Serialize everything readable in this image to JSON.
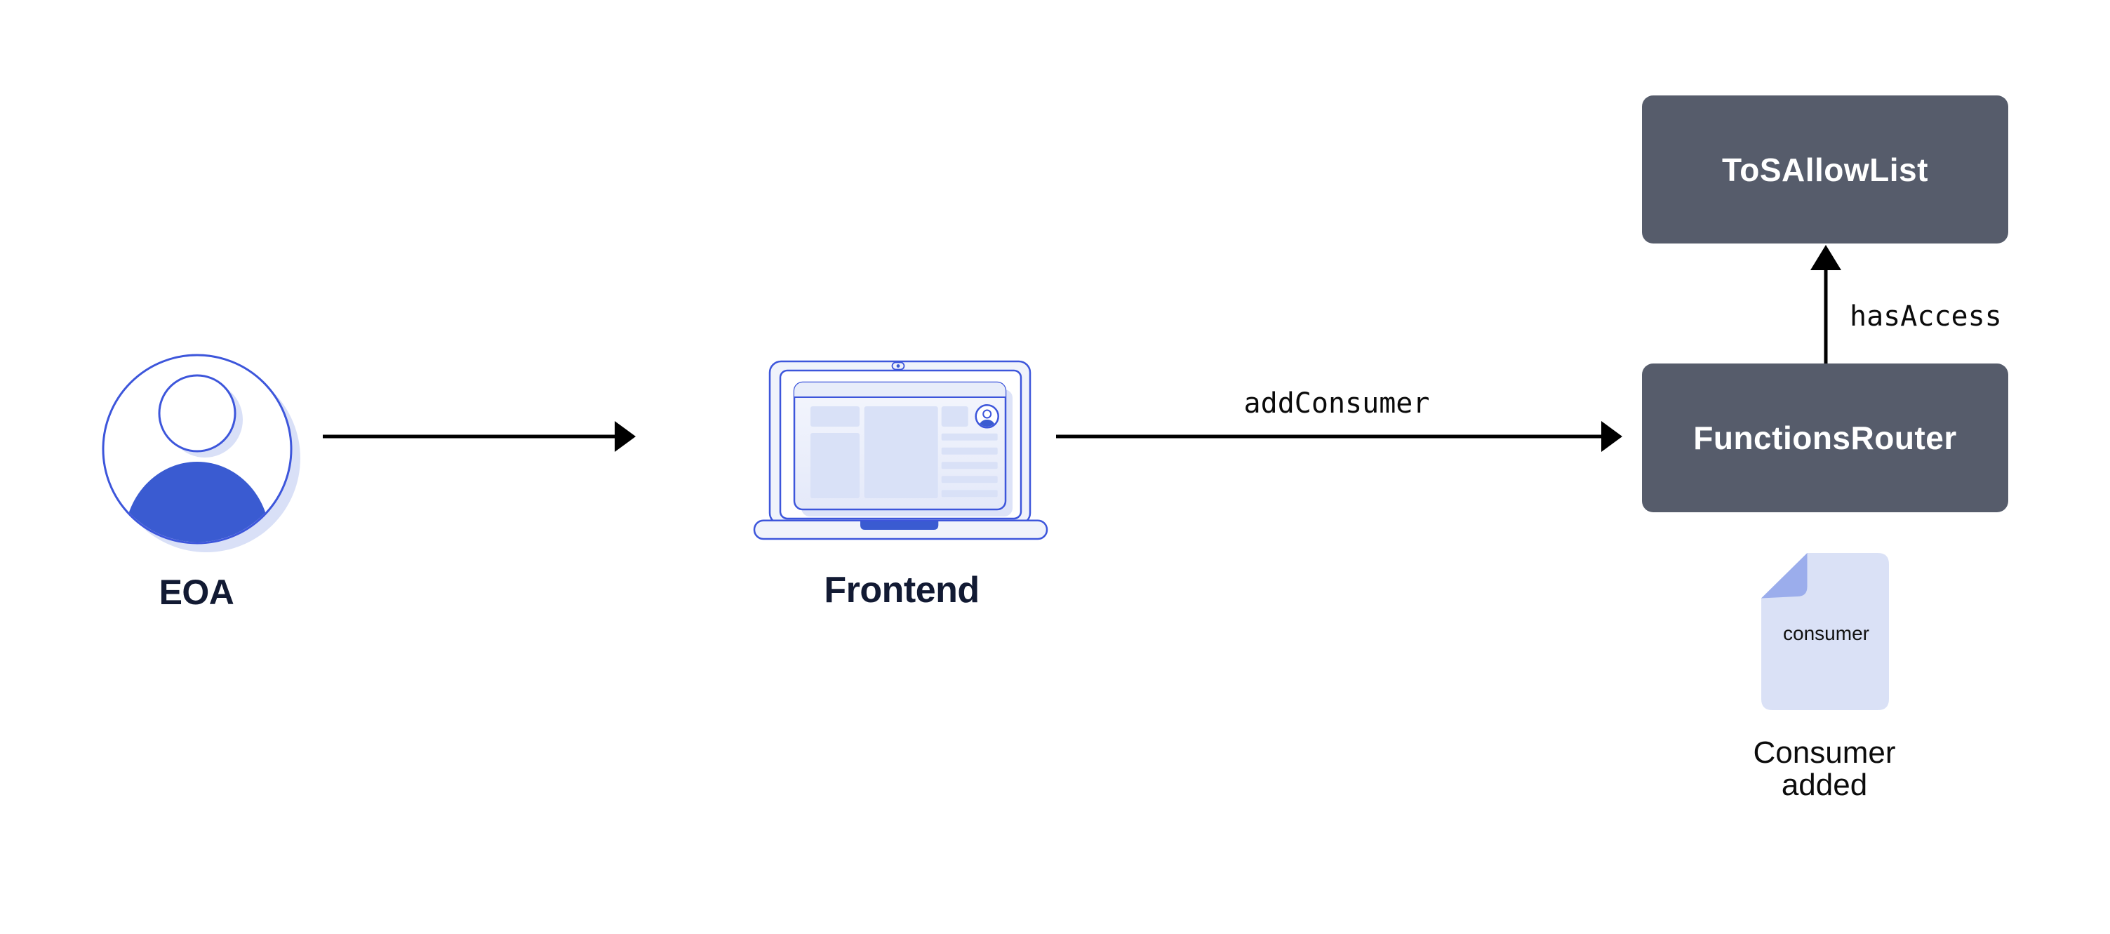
{
  "diagram": {
    "nodes": {
      "eoa": {
        "label": "EOA",
        "icon": "user-avatar-icon"
      },
      "frontend": {
        "label": "Frontend",
        "icon": "laptop-icon"
      },
      "tos_allow_list": {
        "label": "ToSAllowList"
      },
      "functions_router": {
        "label": "FunctionsRouter"
      }
    },
    "edges": {
      "eoa_to_frontend": {
        "label": ""
      },
      "frontend_to_functions_router": {
        "label": "addConsumer"
      },
      "functions_router_to_tos_allow_list": {
        "label": "hasAccess"
      }
    },
    "artifact": {
      "file_label": "consumer",
      "caption": "Consumer added"
    },
    "colors": {
      "background": "#ffffff",
      "contract_box": "#565C6B",
      "contract_box_text": "#ffffff",
      "icon_stroke_blue": "#3D56DB",
      "icon_fill_blue": "#3A5BD1",
      "icon_light_lavender": "#D9E1F7",
      "icon_shadow_lavender": "#D9E0F7",
      "doc_fill": "#DAE1F6",
      "doc_fold": "#9BADEC",
      "label_navy": "#121A33",
      "arrow": "#000000"
    }
  }
}
